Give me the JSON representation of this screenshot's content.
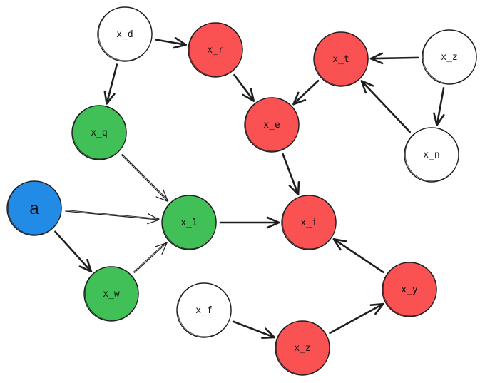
{
  "nodes": [
    {
      "id": "xd",
      "label": "x_d",
      "color": "#ffffff"
    },
    {
      "id": "xr",
      "label": "x_r",
      "color": "#fa5252"
    },
    {
      "id": "xt",
      "label": "x_t",
      "color": "#fa5252"
    },
    {
      "id": "xz1",
      "label": "x_z",
      "color": "#ffffff"
    },
    {
      "id": "xq",
      "label": "x_q",
      "color": "#40c057"
    },
    {
      "id": "xe",
      "label": "x_e",
      "color": "#fa5252"
    },
    {
      "id": "xn",
      "label": "x_n",
      "color": "#ffffff"
    },
    {
      "id": "a",
      "label": "a",
      "color": "#228be6"
    },
    {
      "id": "x1",
      "label": "x_1",
      "color": "#40c057"
    },
    {
      "id": "xi",
      "label": "x_i",
      "color": "#fa5252"
    },
    {
      "id": "xw",
      "label": "x_w",
      "color": "#40c057"
    },
    {
      "id": "xf",
      "label": "x_f",
      "color": "#ffffff"
    },
    {
      "id": "xy",
      "label": "x_y",
      "color": "#fa5252"
    },
    {
      "id": "xz2",
      "label": "x_z",
      "color": "#fa5252"
    }
  ],
  "edges": [
    {
      "from": "xd",
      "to": "xr",
      "style": "bold"
    },
    {
      "from": "xd",
      "to": "xq",
      "style": "bold"
    },
    {
      "from": "xr",
      "to": "xe",
      "style": "bold"
    },
    {
      "from": "xt",
      "to": "xe",
      "style": "bold"
    },
    {
      "from": "xz1",
      "to": "xt",
      "style": "bold"
    },
    {
      "from": "xz1",
      "to": "xn",
      "style": "bold"
    },
    {
      "from": "xn",
      "to": "xt",
      "style": "bold"
    },
    {
      "from": "xq",
      "to": "x1",
      "style": "thin"
    },
    {
      "from": "a",
      "to": "x1",
      "style": "thin"
    },
    {
      "from": "a",
      "to": "xw",
      "style": "bold"
    },
    {
      "from": "xw",
      "to": "x1",
      "style": "thin"
    },
    {
      "from": "x1",
      "to": "xi",
      "style": "bold"
    },
    {
      "from": "xe",
      "to": "xi",
      "style": "bold"
    },
    {
      "from": "xy",
      "to": "xi",
      "style": "bold"
    },
    {
      "from": "xf",
      "to": "xz2",
      "style": "bold"
    },
    {
      "from": "xz2",
      "to": "xy",
      "style": "bold"
    }
  ]
}
